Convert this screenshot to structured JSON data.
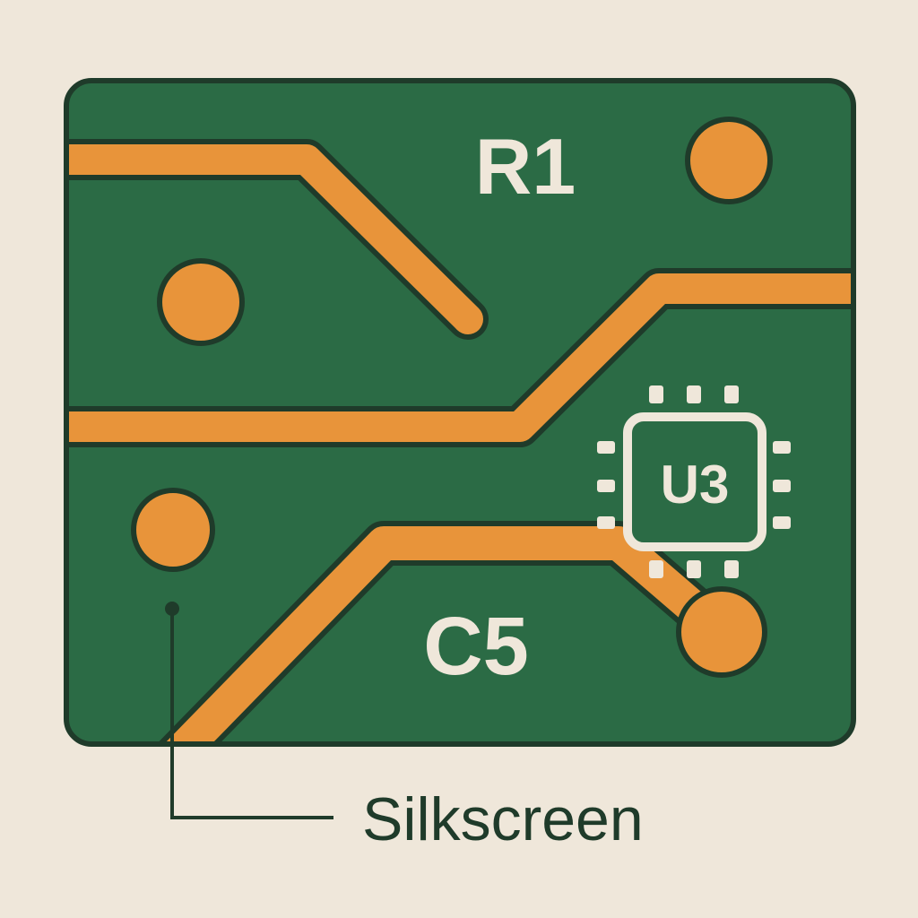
{
  "colors": {
    "background": "#efe7da",
    "board": "#2b6b45",
    "outline": "#1f3b2a",
    "copper": "#e8943a",
    "silkscreen": "#efe7da",
    "callout_text": "#1f3b2a"
  },
  "labels": {
    "r1": "R1",
    "u3": "U3",
    "c5": "C5",
    "callout": "Silkscreen"
  },
  "icons": {
    "chip": "ic-chip-icon"
  }
}
